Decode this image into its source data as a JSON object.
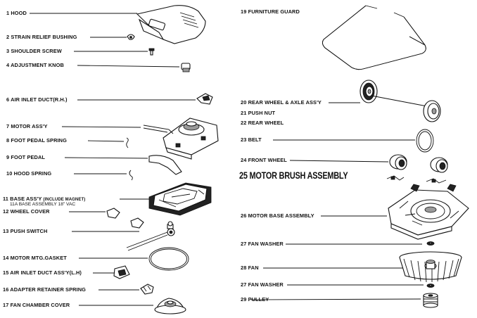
{
  "parts": [
    {
      "id": "1",
      "label": "1 HOOD"
    },
    {
      "id": "2",
      "label": "2 STRAIN RELIEF BUSHING"
    },
    {
      "id": "3",
      "label": "3 SHOULDER SCREW"
    },
    {
      "id": "4",
      "label": "4 ADJUSTMENT KNOB"
    },
    {
      "id": "6",
      "label": "6 AIR INLET DUCT(R.H.)"
    },
    {
      "id": "7",
      "label": "7 MOTOR ASS'Y"
    },
    {
      "id": "8",
      "label": "8 FOOT PEDAL SPRING"
    },
    {
      "id": "9",
      "label": "9 FOOT PEDAL"
    },
    {
      "id": "10",
      "label": "10 HOOD SPRING"
    },
    {
      "id": "11",
      "label": "11 BASE ASS'Y",
      "note": "(INCLUDE MAGNET)",
      "sub": "11A  BASE ASSEMBLY 18\" VAC"
    },
    {
      "id": "12",
      "label": "12 WHEEL COVER"
    },
    {
      "id": "13",
      "label": "13 PUSH SWITCH"
    },
    {
      "id": "14",
      "label": "14 MOTOR MTG.GASKET"
    },
    {
      "id": "15",
      "label": "15 AIR INLET DUCT ASS'Y(L.H)"
    },
    {
      "id": "16",
      "label": "16 ADAPTER RETAINER SPRING"
    },
    {
      "id": "17",
      "label": "17 FAN CHAMBER COVER"
    },
    {
      "id": "19",
      "label": "19 FURNITURE GUARD"
    },
    {
      "id": "20",
      "label": "20 REAR WHEEL & AXLE ASS'Y"
    },
    {
      "id": "21",
      "label": "21 PUSH NUT"
    },
    {
      "id": "22",
      "label": "22 REAR WHEEL"
    },
    {
      "id": "23",
      "label": "23 BELT"
    },
    {
      "id": "24",
      "label": "24 FRONT WHEEL"
    },
    {
      "id": "25",
      "label": "25 MOTOR BRUSH ASSEMBLY"
    },
    {
      "id": "26",
      "label": "26 MOTOR BASE ASSEMBLY"
    },
    {
      "id": "27a",
      "label": "27 FAN WASHER"
    },
    {
      "id": "28",
      "label": "28 FAN"
    },
    {
      "id": "27b",
      "label": "27 FAN WASHER"
    },
    {
      "id": "29",
      "label": "29 PULLEY"
    }
  ]
}
